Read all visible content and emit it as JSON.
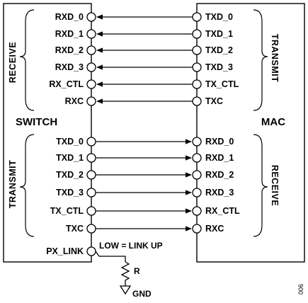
{
  "switch": {
    "title": "SWITCH",
    "receive_label": "RECEIVE",
    "transmit_label": "TRANSMIT",
    "receive_pins": [
      "RXD_0",
      "RXD_1",
      "RXD_2",
      "RXD_3",
      "RX_CTL",
      "RXC"
    ],
    "transmit_pins": [
      "TXD_0",
      "TXD_1",
      "TXD_2",
      "TXD_3",
      "TX_CTL",
      "TXC"
    ],
    "link_pin": "PX_LINK"
  },
  "mac": {
    "title": "MAC",
    "transmit_label": "TRANSMIT",
    "receive_label": "RECEIVE",
    "transmit_pins": [
      "TXD_0",
      "TXD_1",
      "TXD_2",
      "TXD_3",
      "TX_CTL",
      "TXC"
    ],
    "receive_pins": [
      "RXD_0",
      "RXD_1",
      "RXD_2",
      "RXD_3",
      "RX_CTL",
      "RXC"
    ]
  },
  "link": {
    "note": "LOW = LINK UP",
    "resistor_label": "R",
    "ground_label": "GND"
  },
  "figure_number": "006"
}
